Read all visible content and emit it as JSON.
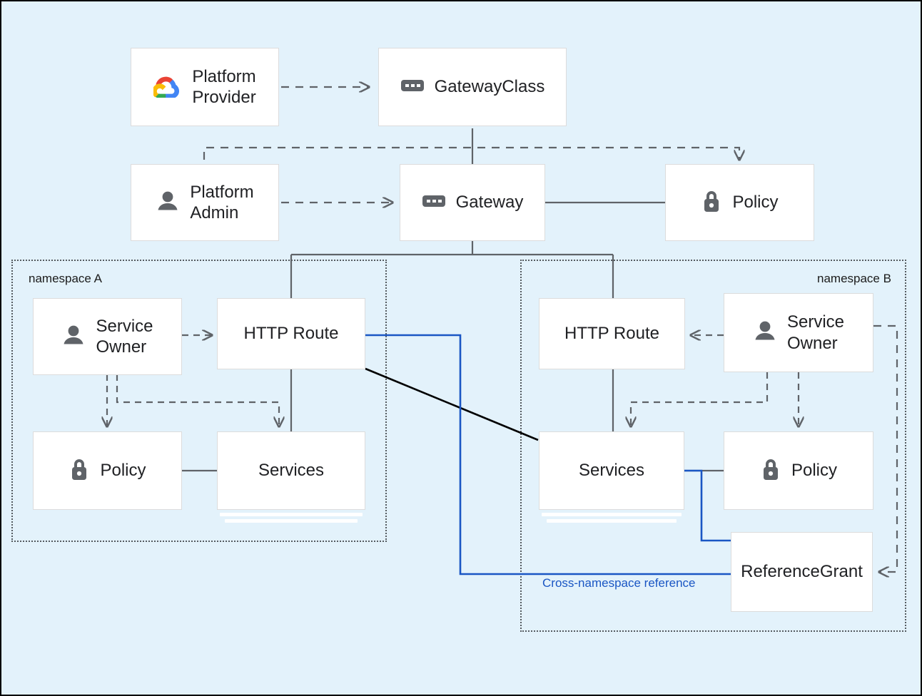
{
  "diagram": {
    "background_color": "#e3f2fb",
    "node_fill": "#ffffff",
    "node_border": "#dcdcdc",
    "edge_color": "#5f6368",
    "accent_color": "#1a56c4",
    "namespaces": [
      {
        "id": "a",
        "label": "namespace A"
      },
      {
        "id": "b",
        "label": "namespace B"
      }
    ],
    "nodes": [
      {
        "id": "platform-provider",
        "label": "Platform\nProvider",
        "icon": "google-cloud-icon"
      },
      {
        "id": "gatewayclass",
        "label": "GatewayClass",
        "icon": "gatewayclass-icon"
      },
      {
        "id": "platform-admin",
        "label": "Platform\nAdmin",
        "icon": "person-icon"
      },
      {
        "id": "gateway",
        "label": "Gateway",
        "icon": "gateway-icon"
      },
      {
        "id": "policy-top",
        "label": "Policy",
        "icon": "lock-icon"
      },
      {
        "id": "service-owner-a",
        "label": "Service\nOwner",
        "icon": "person-icon"
      },
      {
        "id": "http-route-a",
        "label": "HTTP Route",
        "icon": "none"
      },
      {
        "id": "http-route-b",
        "label": "HTTP Route",
        "icon": "none"
      },
      {
        "id": "service-owner-b",
        "label": "Service\nOwner",
        "icon": "person-icon"
      },
      {
        "id": "policy-a",
        "label": "Policy",
        "icon": "lock-icon"
      },
      {
        "id": "services-a",
        "label": "Services",
        "icon": "none"
      },
      {
        "id": "services-b",
        "label": "Services",
        "icon": "none"
      },
      {
        "id": "policy-b",
        "label": "Policy",
        "icon": "lock-icon"
      },
      {
        "id": "referencegrant",
        "label": "ReferenceGrant",
        "icon": "none"
      }
    ],
    "annotations": [
      {
        "id": "cross-namespace-reference",
        "label": "Cross-namespace reference",
        "color": "#1a56c4"
      }
    ]
  }
}
